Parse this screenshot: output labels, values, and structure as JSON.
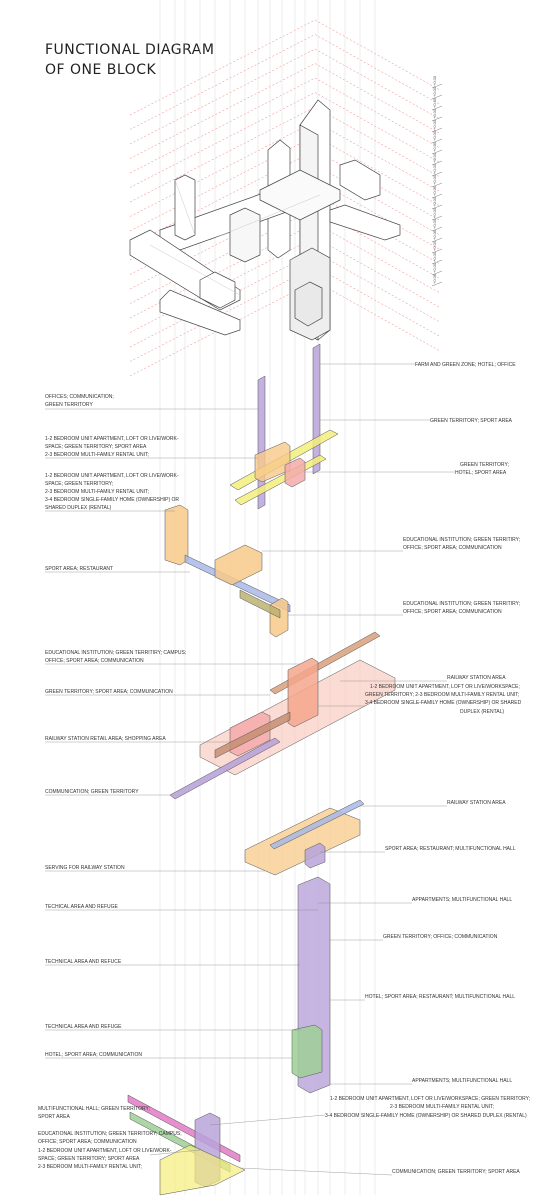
{
  "title": {
    "line1": "FUNCTIONAL DIAGRAM",
    "line2": "OF ONE  BLOCK"
  },
  "labels": {
    "l01": "FARM AND GREEN ZONE; HOTEL; OFFICE",
    "l02a": "OFFICES; COMMUNICATION;",
    "l02b": "GREEN TERRITORY",
    "l03": "GREEN TERRITORY; SPORT AREA",
    "l04a": "1-2 BEDROOM UNIT APARTMENT, LOFT OR LIVE/WORK-",
    "l04b": "SPACE; GREEN TERRITORY; SPORT AREA",
    "l04c": "2-3 BEDROOM MULTI-FAMILY RENTAL UNIT;",
    "l05a": "GREEN TERRITORY;",
    "l05b": "HOTEL; SPORT AREA",
    "l06a": "1-2 BEDROOM UNIT APARTMENT, LOFT OR LIVE/WORK-",
    "l06b": "SPACE; GREEN TERRITORY;",
    "l06c": "2-3 BEDROOM MULTI-FAMILY RENTAL UNIT;",
    "l06d": "3-4 BEDROOM SINGLE-FAMILY HOME (OWNERSHIP) OR",
    "l06e": "SHARED DUPLEX (RENTAL)",
    "l07a": "EDUCATIONAL INSTITUTION; GREEN TERRITIRY;",
    "l07b": "OFFICE; SPORT AREA; COMMUNICATION",
    "l08": "SPORT AREA; RESTAURANT",
    "l09a": "EDUCATIONAL INSTITUTION; GREEN TERRITIRY;",
    "l09b": "OFFICE; SPORT AREA; COMMUNICATION",
    "l10a": "EDUCATIONAL INSTITUTION; GREEN TERRITIRY; CAMPUS;",
    "l10b": "OFFICE; SPORT AREA; COMMUNICATION",
    "l11": "RAILWAY STATION AREA",
    "l12": "GREEN TERRITORY; SPORT AREA; COMMUNICATION",
    "l13a": "1-2 BEDROOM UNIT APARTMENT, LOFT OR LIVE/WORKSPACE;",
    "l13b": "GREEN TERRITORY; 2-3 BEDROOM MULTI-FAMILY RENTAL UNIT;",
    "l13c": "3-4 BEDROOM SINGLE-FAMILY HOME (OWNERSHIP) OR SHARED",
    "l13d": "DUPLEX (RENTAL)",
    "l14": "RAILWAY STATION RETAIL AREA; SHOPPING AREA",
    "l15": "COMMUNICATION; GREEN TERRITORY",
    "l16": "RAILWAY STATION AREA",
    "l17": "SPORT AREA; RESTAURANT; MULTIFUNCTIONAL HALL",
    "l18": "SERVING FOR RAILWAY STATION",
    "l19": "APPARTMENTS; MULTIFUNCTIONAL HALL",
    "l20": "TECHICAL AREA AND REFUGE",
    "l21": "GREEN TERRITORY; OFFICE; COMMUNICATION",
    "l22": "TECHNICAL AREA AND REFUCE",
    "l23": "HOTEL; SPORT AREA; RESTAURANT; MULTIFUNCTIONAL HALL",
    "l24": "TECHNICAL AREA AND REFUGE",
    "l25": "HOTEL; SPORT AREA; COMMUNICATION",
    "l26": "APPARTMENTS; MULTIFUNCTIONAL HALL",
    "l27a": "1-2 BEDROOM UNIT APARTMENT, LOFT OR LIVE/WORKSPACE; GREEN TERRITORY;",
    "l27b": "2-3 BEDROOM MULTI-FAMILY RENTAL UNIT;",
    "l27c": "3-4 BEDROOM SINGLE-FAMILY HOME (OWNERSHIP) OR SHARED DUPLEX (RENTAL)",
    "l28a": "MULTIFUNCTIONAL HALL; GREEN TERRITORY;",
    "l28b": "SPORT AREA",
    "l29a": "EDUCATIONAL INSTITUTION; GREEN TERRITORY; CAMPUS;",
    "l29b": "OFFICE; SPORT AREA; COMMUNICATION",
    "l29c": "1-2 BEDROOM UNIT APARTMENT, LOFT OR LIVE/WORK-",
    "l29d": "SPACE; GREEN TERRITORY; SPORT AREA",
    "l29e": "2-3 BEDROOM MULTI-FAMILY RENTAL UNIT;",
    "l30": "COMMUNICATION; GREEN TERRITORY; SPORT AREA"
  },
  "levels": [
    "+0.00",
    "+0.00",
    "+0.00",
    "+0.00",
    "+0.00",
    "+0.00",
    "+0.00",
    "+0.00",
    "+0.00",
    "+0.00",
    "+0.00",
    "+0.00",
    "+0.00",
    "+0.00",
    "+0.00",
    "+0.00",
    "+0.00",
    "+0.00",
    "+0.00"
  ],
  "colors": {
    "purple": "#b9a3d9",
    "yellow": "#f3ee7c",
    "pink": "#f4aaaa",
    "orange": "#f7c98a",
    "blue": "#a9b8e6",
    "brown": "#d9a07a",
    "salmon": "#f4a68c",
    "green": "#9fcf96",
    "magenta": "#e27ac5",
    "grid_red": "#e85a5a"
  }
}
